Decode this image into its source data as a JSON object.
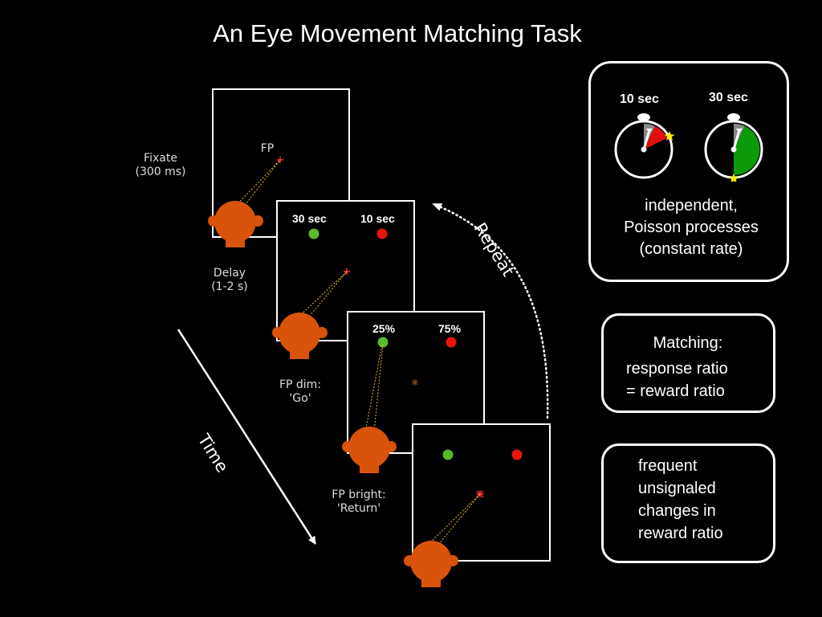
{
  "title": "An Eye Movement Matching Task",
  "colors": {
    "background": "#000000",
    "head": "#d9530b",
    "green_target": "#5cb82e",
    "red_target": "#e8150c",
    "gaze_line": "#e8c020",
    "fixation_point": "#ff3333",
    "clock_red_sector": "#e01010",
    "clock_green_sector": "#0a9a0a",
    "star": "#ffee00"
  },
  "labels": {
    "fixate": "Fixate",
    "fixate_time": "(300 ms)",
    "fp": "FP",
    "delay": "Delay",
    "delay_time": "(1-2 s)",
    "fp_dim": "FP dim:",
    "go": "'Go'",
    "fp_bright": "FP bright:",
    "return": "'Return'",
    "repeat": "Repeat",
    "time": "Time"
  },
  "panel2": {
    "left_label": "30 sec",
    "right_label": "10 sec"
  },
  "panel3": {
    "left_label": "25%",
    "right_label": "75%"
  },
  "clock_box": {
    "left_clock_label": "10 sec",
    "right_clock_label": "30 sec",
    "line1": "independent,",
    "line2": "Poisson processes",
    "line3": "(constant rate)"
  },
  "matching_box": {
    "line1": "Matching:",
    "line2": "response ratio",
    "line3": "= reward ratio"
  },
  "changes_box": {
    "line1": "frequent",
    "line2": "unsignaled",
    "line3": "changes in",
    "line4": "reward ratio"
  }
}
